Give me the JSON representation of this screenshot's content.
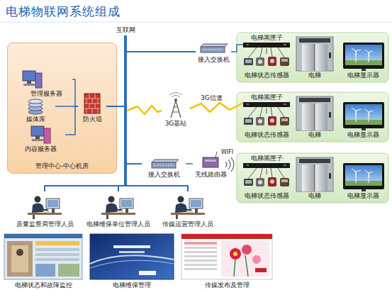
{
  "diagram": {
    "title": "电梯物联网系统组成",
    "nodes": [
      {
        "text": [
          "管理中心-中心机房"
        ]
      },
      {
        "text": [
          "管理服务器"
        ],
        "in": 0
      },
      {
        "text": [
          "媒体库"
        ],
        "in": 0
      },
      {
        "text": [
          "内容服务器"
        ],
        "in": 0
      },
      {
        "text": [
          "防火墙"
        ],
        "in": 0
      },
      {
        "text": [
          "互联网"
        ]
      },
      {
        "text": [
          "接入交换机"
        ]
      },
      {
        "text": [
          "3G基站"
        ]
      },
      {
        "text": [
          "接入交换机"
        ]
      },
      {
        "text": [
          "无线路由器"
        ]
      },
      {
        "text": [
          "电梯黑匣子"
        ]
      },
      {
        "text": [
          "电梯状态传感器"
        ]
      },
      {
        "text": [
          "电梯"
        ]
      },
      {
        "text": [
          "电梯显示器"
        ]
      },
      {
        "text": [
          "电梯黑匣子"
        ]
      },
      {
        "text": [
          "电梯状态传感器"
        ]
      },
      {
        "text": [
          "电梯"
        ]
      },
      {
        "text": [
          "电梯显示器"
        ]
      },
      {
        "text": [
          "电梯黑匣子"
        ]
      },
      {
        "text": [
          "电梯状态传感器"
        ]
      },
      {
        "text": [
          "电梯"
        ]
      },
      {
        "text": [
          "电梯显示器"
        ]
      },
      {
        "text": [
          "质量监督局管理人员"
        ]
      },
      {
        "text": [
          "电梯维保单位管理人员"
        ]
      },
      {
        "text": [
          "传媒运营管理人员"
        ]
      },
      {
        "text": [
          "电梯状态和故障监控"
        ]
      },
      {
        "text": [
          "电梯维保管理"
        ]
      },
      {
        "text": [
          "传媒发布及管理"
        ]
      }
    ],
    "edges": [
      {
        "from": 1,
        "to": 4,
        "arrow": "none"
      },
      {
        "from": 2,
        "to": 4,
        "arrow": "none"
      },
      {
        "from": 3,
        "to": 4,
        "arrow": "none"
      },
      {
        "from": 4,
        "to": 5,
        "arrow": "none"
      },
      {
        "from": 5,
        "to": 6,
        "arrow": "none"
      },
      {
        "from": 6,
        "to": 10,
        "arrow": "none"
      },
      {
        "from": 5,
        "to": 7,
        "arrow": "none"
      },
      {
        "from": 7,
        "to": 14,
        "label": "3G信道",
        "arrow": "none"
      },
      {
        "from": 5,
        "to": 8,
        "arrow": "none"
      },
      {
        "from": 8,
        "to": 9,
        "arrow": "none"
      },
      {
        "from": 10,
        "to": 11,
        "arrow": "none"
      },
      {
        "from": 14,
        "to": 15,
        "arrow": "none"
      },
      {
        "from": 18,
        "to": 19,
        "arrow": "none"
      },
      {
        "from": 5,
        "to": 22,
        "arrow": "none"
      },
      {
        "from": 5,
        "to": 23,
        "arrow": "none"
      },
      {
        "from": 5,
        "to": 24,
        "arrow": "none"
      }
    ],
    "labels": [
      "WIFI"
    ]
  }
}
